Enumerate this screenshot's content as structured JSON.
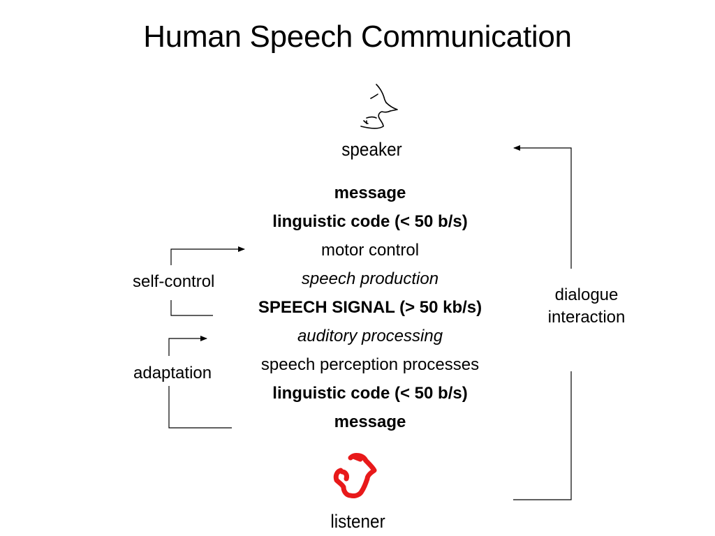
{
  "title": "Human Speech Communication",
  "speaker": {
    "label": "speaker",
    "icon": "speaker-head-icon"
  },
  "listener": {
    "label": "listener",
    "icon": "listener-head-icon",
    "color": "#e8191a"
  },
  "chain": [
    {
      "text": "message",
      "style": "bold"
    },
    {
      "text": "linguistic code (< 50 b/s)",
      "style": "bold"
    },
    {
      "text": "motor control",
      "style": "normal"
    },
    {
      "text": "speech production",
      "style": "italic"
    },
    {
      "text": "SPEECH SIGNAL (> 50 kb/s)",
      "style": "bold"
    },
    {
      "text": "auditory processing",
      "style": "italic"
    },
    {
      "text": "speech perception processes",
      "style": "normal"
    },
    {
      "text": "linguistic code (< 50 b/s)",
      "style": "bold"
    },
    {
      "text": "message",
      "style": "bold"
    }
  ],
  "feedback": {
    "self_control": "self-control",
    "adaptation": "adaptation",
    "dialogue_line1": "dialogue",
    "dialogue_line2": "interaction"
  }
}
